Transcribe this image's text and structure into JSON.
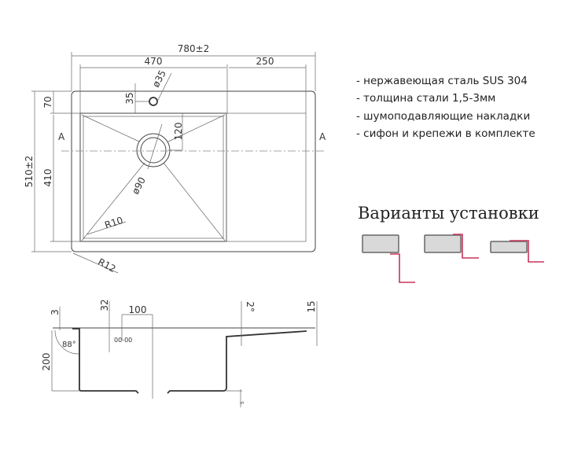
{
  "top_view": {
    "overall_width": "780±2",
    "bowl_width": "470",
    "drainboard_width": "250",
    "overall_depth": "510±2",
    "bowl_depth": "410",
    "rear_margin": "70",
    "faucet_offset": "35",
    "faucet_hole": "ø35",
    "drain_offset": "120",
    "drain_diameter": "ø90",
    "inner_radius": "R10",
    "corner_radius": "R12",
    "section_mark": "A"
  },
  "side_view": {
    "rim": "3",
    "overflow_height": "32",
    "overflow_width": "100",
    "slope": "2°",
    "drainboard_height": "15",
    "bowl_height": "200",
    "wall_angle": "88°",
    "bottom_step": "5",
    "overflow_label": "00-00"
  },
  "features": [
    "- нержавеющая сталь SUS 304",
    "- толщина стали 1,5-3мм",
    "- шумоподавляющие накладки",
    "- сифон и крепежи в комплекте"
  ],
  "install": {
    "title": "Варианты установки",
    "variants": [
      "undermount",
      "flush",
      "overmount"
    ],
    "accent_color": "#c8345a"
  }
}
